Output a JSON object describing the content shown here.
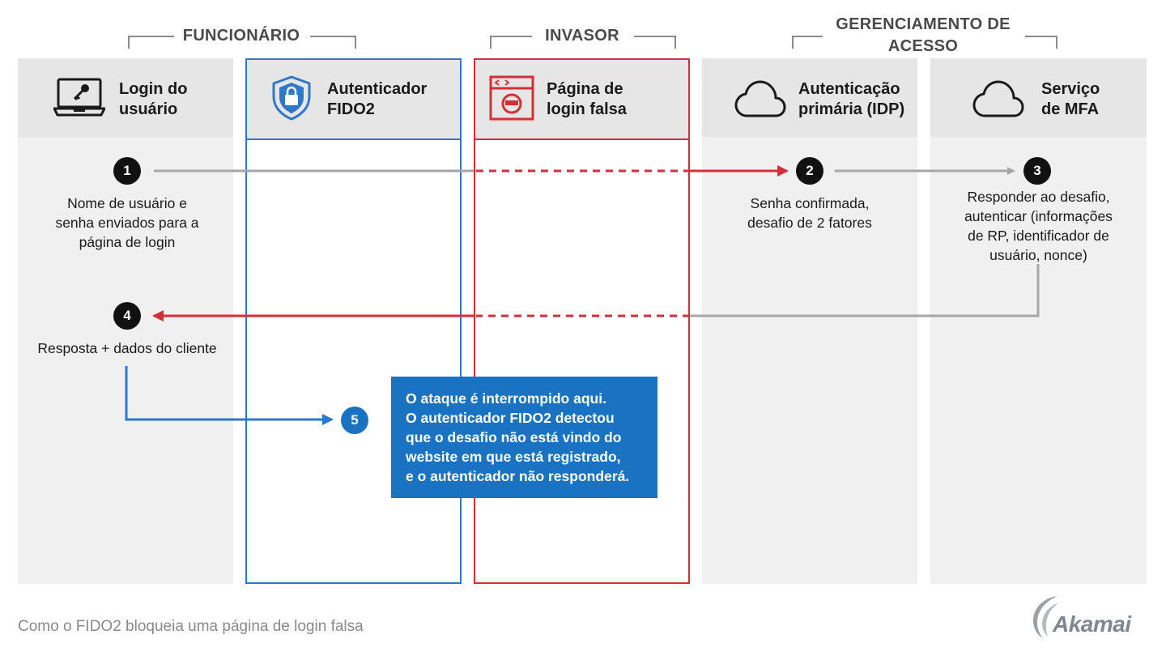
{
  "groups": {
    "employee": "FUNCIONÁRIO",
    "attacker": "INVASOR",
    "access_line1": "GERENCIAMENTO DE",
    "access_line2": "ACESSO"
  },
  "lanes": [
    {
      "line1": "Login do",
      "line2": "usuário",
      "icon": "laptop-key-icon"
    },
    {
      "line1": "Autenticador",
      "line2": "FIDO2",
      "icon": "shield-lock-icon"
    },
    {
      "line1": "Página de",
      "line2": "login falsa",
      "icon": "fake-browser-icon"
    },
    {
      "line1": "Autenticação",
      "line2": "primária (IDP)",
      "icon": "cloud-icon"
    },
    {
      "line1": "Serviço",
      "line2": "de MFA",
      "icon": "cloud-icon"
    }
  ],
  "steps": [
    {
      "num": "1",
      "lines": [
        "Nome de usuário e",
        "senha enviados para a",
        "página de login"
      ]
    },
    {
      "num": "2",
      "lines": [
        "Senha confirmada,",
        "desafio de 2 fatores"
      ]
    },
    {
      "num": "3",
      "lines": [
        "Responder ao desafio,",
        "autenticar (informações",
        "de RP, identificador de",
        "usuário, nonce)"
      ]
    },
    {
      "num": "4",
      "lines": [
        "Resposta + dados do cliente"
      ]
    },
    {
      "num": "5"
    }
  ],
  "callout": {
    "lines": [
      "O ataque é interrompido aqui.",
      "O autenticador FIDO2 detectou",
      "que o desafio não está vindo do",
      "website em que está registrado,",
      "e o autenticador não responderá."
    ]
  },
  "caption": "Como o FIDO2 bloqueia uma página de login falsa",
  "logo": "Akamai",
  "colors": {
    "gray_arrow": "#a6a6a6",
    "red": "#d32f37",
    "blue": "#2e78c7",
    "callout_bg": "#1a73c2",
    "badge": "#111111"
  }
}
